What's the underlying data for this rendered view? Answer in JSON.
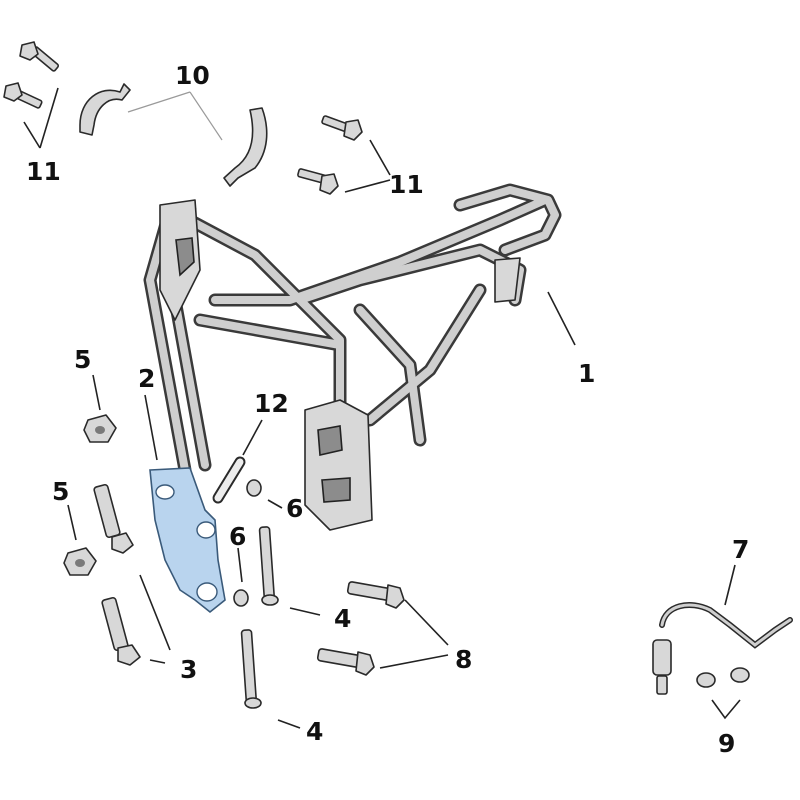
{
  "callouts": {
    "c1": "1",
    "c2": "2",
    "c3": "3",
    "c4a": "4",
    "c4b": "4",
    "c5a": "5",
    "c5b": "5",
    "c6a": "6",
    "c6b": "6",
    "c7": "7",
    "c8": "8",
    "c9": "9",
    "c10": "10",
    "c11a": "11",
    "c11b": "11",
    "c12": "12"
  },
  "colors": {
    "highlight": "#b9d4ee",
    "part": "#d8d8d8",
    "outline": "#2a2a2a"
  }
}
